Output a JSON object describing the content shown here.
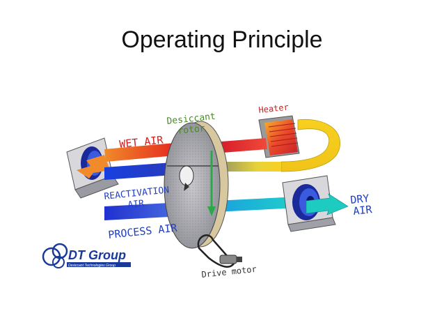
{
  "slide": {
    "title": "Operating Principle"
  },
  "diagram": {
    "labels": {
      "desiccant_rotor_line1": "Desiccant",
      "desiccant_rotor_line2": "rotor",
      "heater": "Heater",
      "wet_air": "WET AIR",
      "reactivation_air_line1": "REACTIVATION",
      "reactivation_air_line2": "AIR",
      "process_air": "PROCESS AIR",
      "dry_air_line1": "DRY",
      "dry_air_line2": "AIR",
      "drive_motor": "Drive motor"
    },
    "logo": {
      "name": "DT Group",
      "tagline": "Desiccant Technologies Group"
    },
    "colors": {
      "wet_air": "#e8322a",
      "reactivation_air": "#1f3fd6",
      "process_air": "#2a56d8",
      "dry_air": "#20c8c8",
      "heater": "#e84a2a",
      "label_red": "#d01e1e",
      "label_blue": "#2040c0",
      "label_green": "#4a8a2a",
      "rotor_arrow": "#2aa84a"
    }
  }
}
